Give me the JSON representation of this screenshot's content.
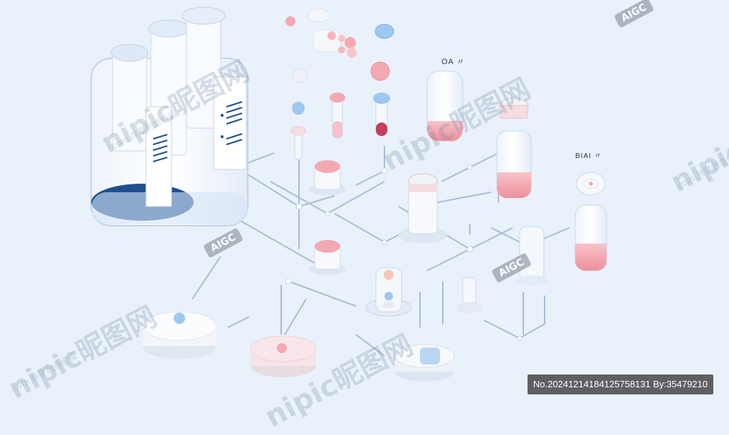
{
  "labels": {
    "flask_label": "OA 〃",
    "dish_label": "BIAI 〃"
  },
  "watermark": {
    "id_text": "No.20241214184125758131 By:35479210",
    "brand_latin": "nipic",
    "brand_cn": "昵图网",
    "brand_sub": ".com 共享创造价值",
    "aigc": "AIGC"
  },
  "colors": {
    "background": "#e9f1fa",
    "glass": "#f4f8fd",
    "glass_edge": "#c9d7ea",
    "liquid_pink": "#f3a9b3",
    "liquid_blue": "#1f4f8f",
    "cap_blue": "#9ec8ee",
    "line": "#a9bdd6"
  }
}
